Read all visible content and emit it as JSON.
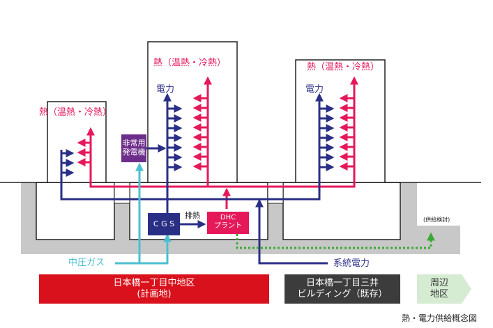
{
  "labels": {
    "heat_left": "熱（温熱・冷熱）",
    "heat_mid": "熱（温熱・冷熱）",
    "heat_right": "熱（温熱・冷熱）",
    "power_mid": "電力",
    "power_right": "電力",
    "emergency_gen": [
      "非常用",
      "発電機"
    ],
    "cgs": "C G S",
    "exhaust_heat": "排熱",
    "dhc_plant": [
      "DHC",
      "プラント"
    ],
    "supply_study": "(供給検討)",
    "city_gas": "中圧ガス",
    "grid_power": "系統電力"
  },
  "bands": {
    "plan_area": [
      "日本橋一丁目中地区",
      "(計画地)"
    ],
    "existing_building": [
      "日本橋一丁目三井",
      "ビルディング（既存）"
    ],
    "surrounding": [
      "周辺",
      "地区"
    ]
  },
  "caption": "熱・電力供給概念図",
  "colors": {
    "heat": "#e5195a",
    "power": "#2a2f86",
    "gas": "#4bbfd1",
    "emergency_gen_box": "#6d2d8b",
    "cgs_box": "#2a2f86",
    "dhc_box": "#e5195a",
    "supply_study_line": "#3aaa35",
    "plan_band": "#d9111c",
    "existing_band": "#3c3c3c",
    "surrounding_band": "#d5ecd2",
    "ground": "#c8c8c8"
  }
}
